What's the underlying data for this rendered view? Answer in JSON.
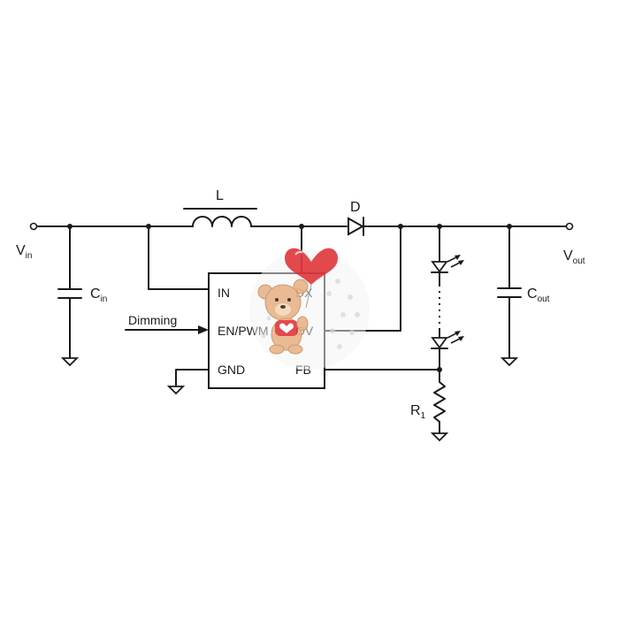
{
  "labels": {
    "vin_main": "V",
    "vin_sub": "in",
    "vout_main": "V",
    "vout_sub": "out",
    "cin_main": "C",
    "cin_sub": "in",
    "cout_main": "C",
    "cout_sub": "out",
    "inductor": "L",
    "diode": "D",
    "r1_main": "R",
    "r1_sub": "1",
    "dimming": "Dimming"
  },
  "ic": {
    "pin_in": "IN",
    "pin_en": "EN/PWM",
    "pin_gnd": "GND",
    "pin_dx": "DX",
    "pin_ov": "OV",
    "pin_fb": "FB"
  },
  "watermark": {
    "icon": "teddy-bear-heart-balloon-icon",
    "heart_color": "#e03a3e",
    "bear_color": "#e8b58a"
  }
}
